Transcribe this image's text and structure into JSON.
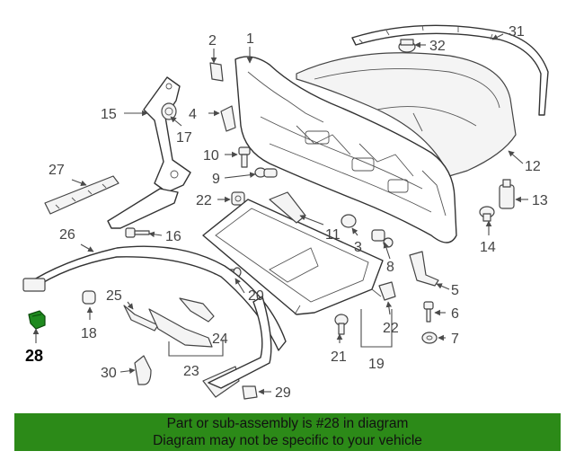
{
  "diagram": {
    "callouts": [
      "1",
      "2",
      "3",
      "4",
      "5",
      "6",
      "7",
      "8",
      "9",
      "10",
      "11",
      "12",
      "13",
      "14",
      "15",
      "16",
      "17",
      "19",
      "20",
      "21",
      "22",
      "22",
      "23",
      "24",
      "25",
      "26",
      "27",
      "18",
      "28",
      "29",
      "30",
      "31",
      "32"
    ],
    "highlight_color": "#1f8a1f"
  },
  "banner": {
    "line1": "Part or sub-assembly is #28 in diagram",
    "line2": "Diagram may not be specific to your vehicle",
    "color": "#2c8a18"
  }
}
